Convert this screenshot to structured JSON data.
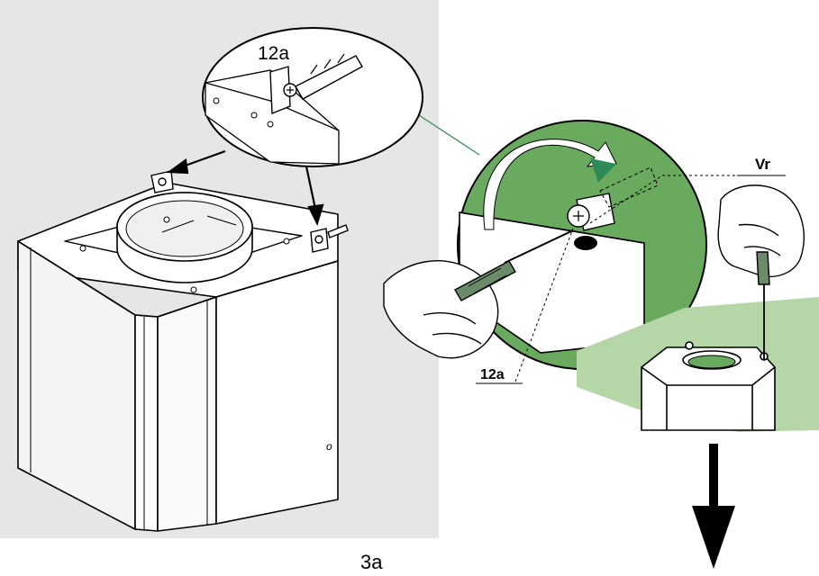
{
  "callouts": {
    "detail_top": "12a",
    "detail_right_part": "12a",
    "detail_right_screw": "Vr"
  },
  "figure_label": "3a",
  "colors": {
    "panel_bg": "#e6e6e6",
    "green_dark": "#2e8b57",
    "green_mid": "#6aaa5f",
    "green_light": "#b7d6a8",
    "outline": "#000000"
  }
}
